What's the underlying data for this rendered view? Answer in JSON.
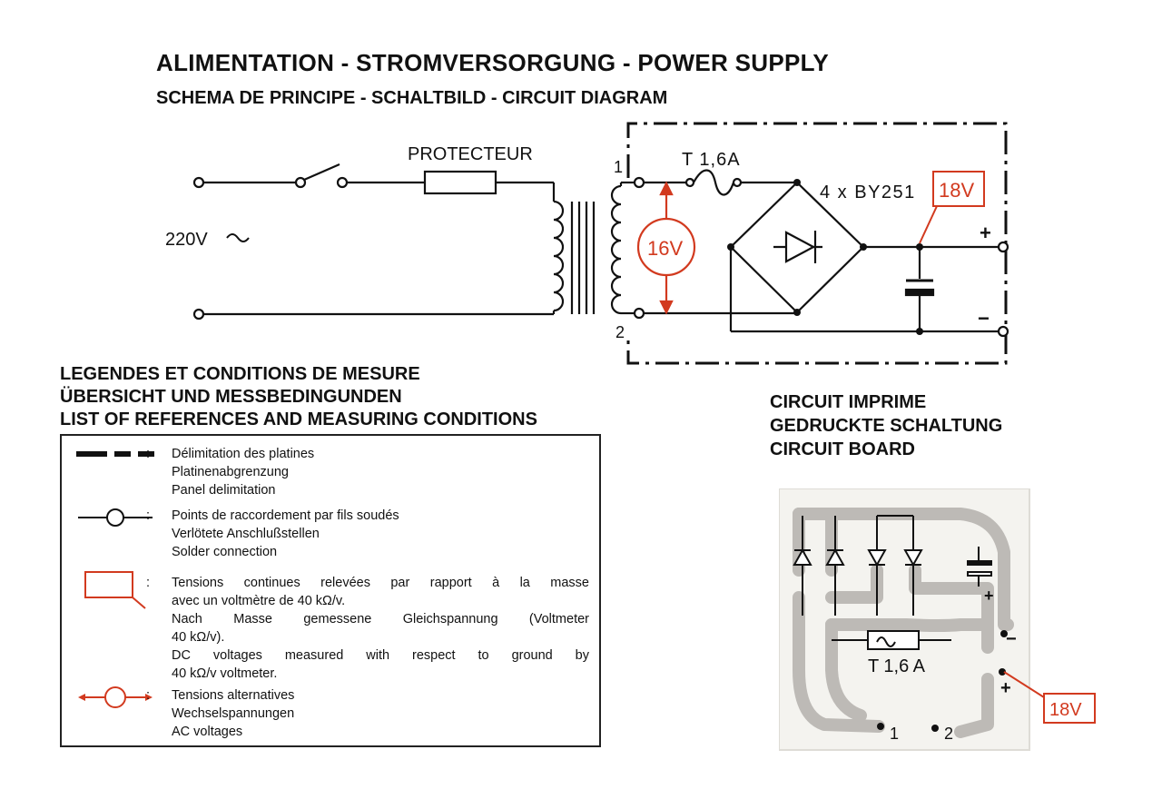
{
  "header": {
    "title": "ALIMENTATION - STROMVERSORGUNG - POWER SUPPLY",
    "subtitle": "SCHEMA DE PRINCIPE - SCHALTBILD - CIRCUIT DIAGRAM"
  },
  "circuit": {
    "mains_label": "220V",
    "fuse_protector_label": "PROTECTEUR",
    "terminal_1": "1",
    "terminal_2": "2",
    "fuse_label": "T 1,6A",
    "rectifier_label": "4 x BY251",
    "dc_voltage": "18V",
    "ac_voltage": "16V",
    "plus": "+",
    "minus": "−",
    "colors": {
      "measure": "#d23a1f",
      "line": "#111111"
    }
  },
  "legend": {
    "heading": [
      "LEGENDES ET CONDITIONS DE MESURE",
      "ÜBERSICHT UND MESSBEDINGUNDEN",
      "LIST OF REFERENCES AND MEASURING CONDITIONS"
    ],
    "entries": [
      {
        "symbol": "dashed-line",
        "lines": [
          "Délimitation des platines",
          "Platinenabgrenzung",
          "Panel delimitation"
        ]
      },
      {
        "symbol": "solder-point",
        "lines": [
          "Points de raccordement par fils soudés",
          "Verlötete Anschlußstellen",
          "Solder connection"
        ]
      },
      {
        "symbol": "dc-box",
        "lines": [
          "Tensions continues relevées par rapport à la masse",
          "avec un voltmètre de 40 kΩ/v.",
          "Nach Masse gemessene Gleichspannung (Voltmeter",
          "40 kΩ/v).",
          "DC voltages measured with respect to ground by",
          "40 kΩ/v voltmeter."
        ]
      },
      {
        "symbol": "ac-circle",
        "lines": [
          "Tensions alternatives",
          "Wechselspannungen",
          "AC voltages"
        ]
      }
    ]
  },
  "pcb": {
    "heading": [
      "CIRCUIT IMPRIME",
      "GEDRUCKTE SCHALTUNG",
      "CIRCUIT BOARD"
    ],
    "fuse_label": "T 1,6  A",
    "pad_1": "1",
    "pad_2": "2",
    "minus": "−",
    "plus": "+",
    "dc_voltage": "18V"
  }
}
